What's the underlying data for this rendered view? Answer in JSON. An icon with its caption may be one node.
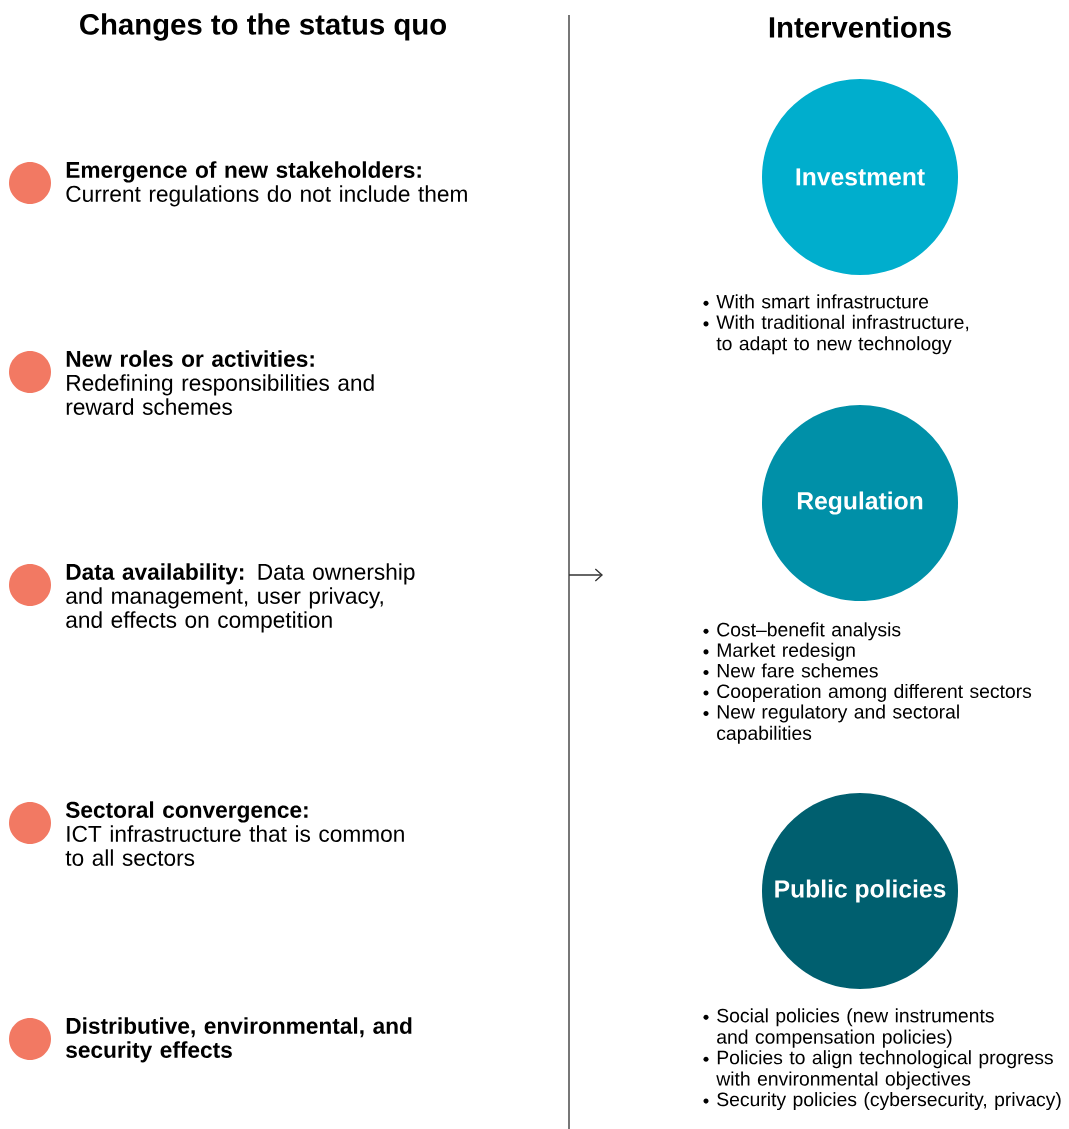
{
  "diagram": {
    "nodes": [
      {
        "text": [],
        "shape": "circle",
        "beside": [
          "Emergence of new stakeholders:",
          "Current regulations do not include them"
        ]
      },
      {
        "text": [],
        "shape": "circle",
        "beside": [
          "New roles or activities:",
          "Redefining responsibilities and reward schemes"
        ]
      },
      {
        "text": [],
        "shape": "circle",
        "beside": [
          "Data availability:",
          "Data ownership and management, user privacy, and effects on competition"
        ]
      },
      {
        "text": [],
        "shape": "circle",
        "beside": [
          "Sectoral convergence:",
          "ICT infrastructure that is common to all sectors"
        ]
      },
      {
        "text": [],
        "shape": "circle",
        "beside": [
          "Distributive, environmental, and security effects"
        ]
      },
      {
        "text": [
          "Investment"
        ],
        "beside": [
          "With smart infrastructure",
          "With traditional infrastructure, to adapt to new technology"
        ]
      },
      {
        "text": [
          "Regulation"
        ],
        "beside": [
          "Cost–benefit analysis",
          "Market redesign",
          "New fare schemes",
          "Cooperation among different sectors",
          "New regulatory and sectoral capabilities"
        ]
      },
      {
        "text": [
          "Public policies"
        ],
        "beside": [
          "Social policies (new instruments and compensation policies)",
          "Policies to align technological progress with environmental objectives",
          "Security policies (cybersecurity, privacy)"
        ]
      }
    ],
    "labels": [
      "Changes to the status quo",
      "Interventions"
    ]
  }
}
